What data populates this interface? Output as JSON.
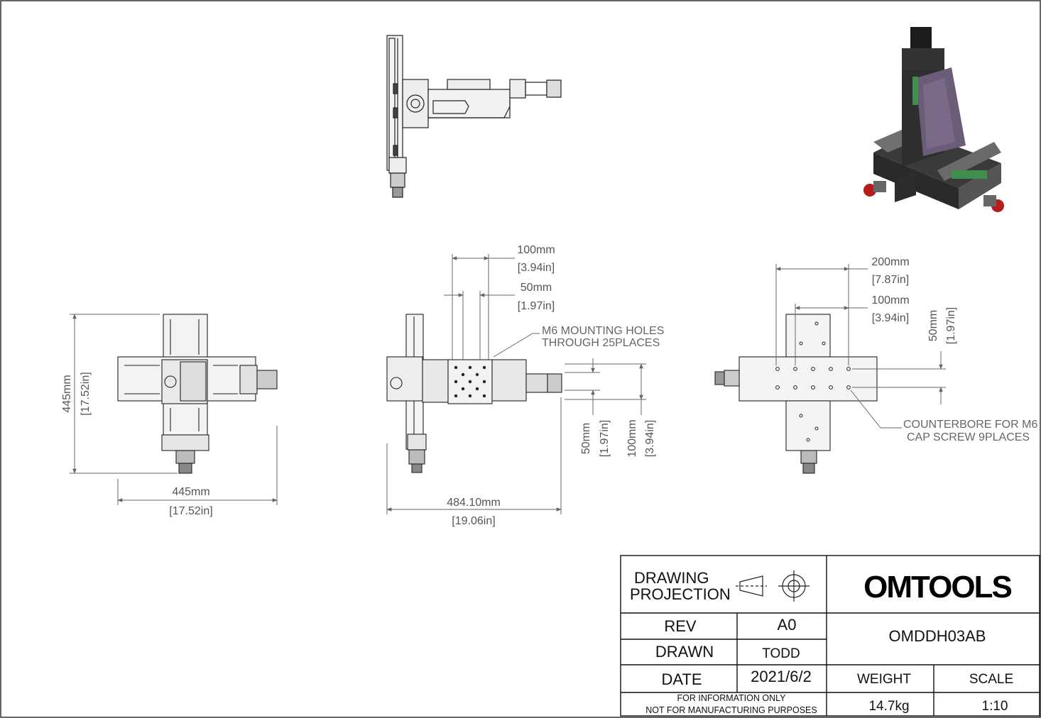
{
  "dimensions": {
    "front_width_mm": "445mm",
    "front_width_in": "[17.52in]",
    "front_height_mm": "445mm",
    "front_height_in": "[17.52in]",
    "side_overall_mm": "484.10mm",
    "side_overall_in": "[19.06in]",
    "side_top_100_mm": "100mm",
    "side_top_100_in": "[3.94in]",
    "side_top_50_mm": "50mm",
    "side_top_50_in": "[1.97in]",
    "side_right_50_mm": "50mm",
    "side_right_50_in": "[1.97in]",
    "side_right_100_mm": "100mm",
    "side_right_100_in": "[3.94in]",
    "top_200_mm": "200mm",
    "top_200_in": "[7.87in]",
    "top_100_mm": "100mm",
    "top_100_in": "[3.94in]",
    "top_50_mm": "50mm",
    "top_50_in": "[1.97in]"
  },
  "notes": {
    "mounting_line1": "M6 MOUNTING HOLES",
    "mounting_line2": "THROUGH 25PLACES",
    "counterbore_line1": "COUNTERBORE FOR M6",
    "counterbore_line2": "CAP SCREW 9PLACES"
  },
  "title_block": {
    "projection_line1": "DRAWING",
    "projection_line2": "PROJECTION",
    "company_logo": "OMTOOLS",
    "rev_label": "REV",
    "rev_value": "A0",
    "drawn_label": "DRAWN",
    "drawn_value": "TODD",
    "date_label": "DATE",
    "date_value": "2021/6/2",
    "part_number": "OMDDH03AB",
    "weight_label": "WEIGHT",
    "weight_value": "14.7kg",
    "scale_label": "SCALE",
    "scale_value": "1:10",
    "disclaimer_line1": "FOR INFORMATION ONLY",
    "disclaimer_line2": "NOT FOR MANUFACTURING PURPOSES"
  }
}
